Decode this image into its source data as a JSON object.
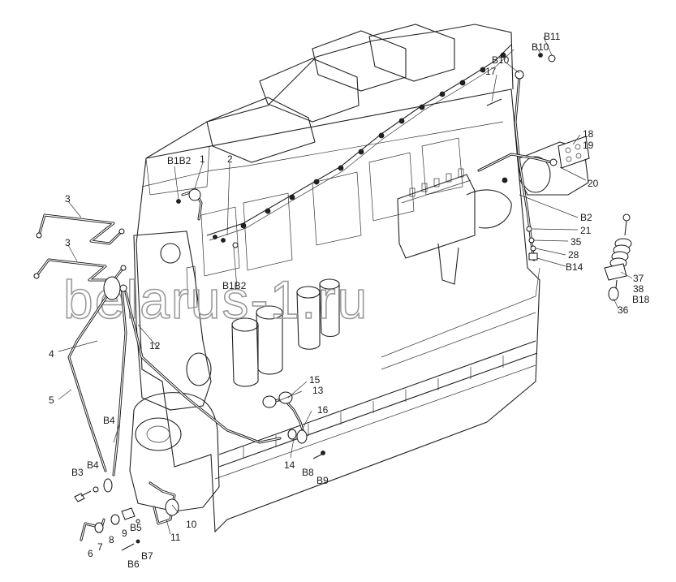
{
  "watermark": "belarus-1.ru",
  "labels": {
    "l3a": "3",
    "l3b": "3",
    "l4": "4",
    "l5": "5",
    "lB4a": "B4",
    "lB3": "B3",
    "lB4b": "B4",
    "l6": "6",
    "l7": "7",
    "l8": "8",
    "l9": "9",
    "lB5": "B5",
    "lB6": "B6",
    "lB7": "B7",
    "l10": "10",
    "l11": "11",
    "l12": "12",
    "lB1B2a": "B1B2",
    "l1": "1",
    "l2": "2",
    "lB1B2b": "B1B2",
    "l15": "15",
    "l13": "13",
    "l16": "16",
    "l14": "14",
    "lB8": "B8",
    "lB9": "B9",
    "lB11": "B11",
    "lB10a": "B10",
    "lB10b": "B10",
    "l17": "17",
    "l18": "18",
    "l19": "19",
    "l20": "20",
    "lB2": "B2",
    "l21": "21",
    "l35": "35",
    "l28": "28",
    "lB14": "B14",
    "l37": "37",
    "l38": "38",
    "lB18": "B18",
    "l36": "36"
  }
}
